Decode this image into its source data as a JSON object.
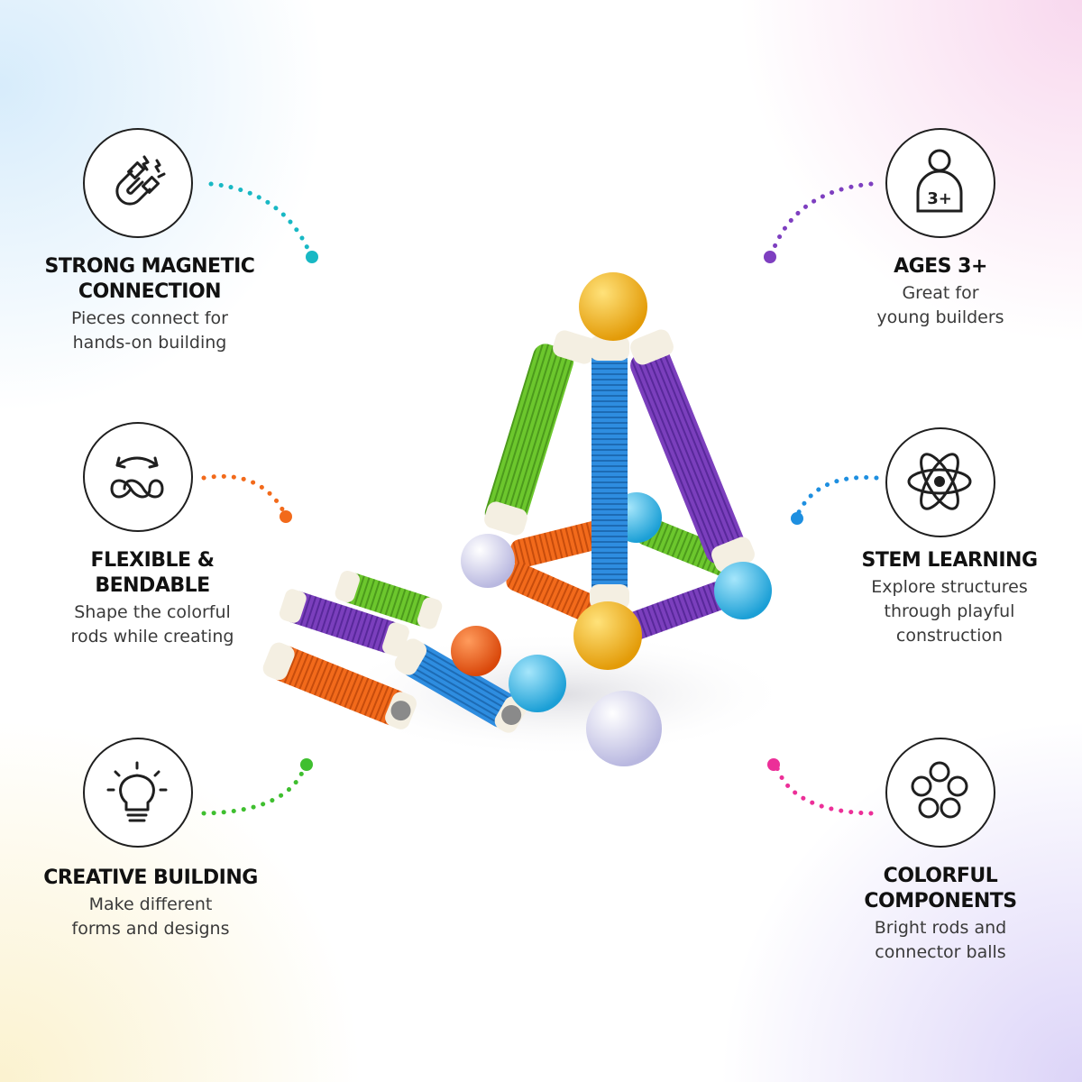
{
  "features": [
    {
      "key": "magnet",
      "icon": "magnet-icon",
      "title": "STRONG MAGNETIC\nCONNECTION",
      "description": "Pieces connect for\nhands-on building",
      "accent": "#18b8c4"
    },
    {
      "key": "ages",
      "icon": "person-3plus-icon",
      "title": "AGES 3+",
      "description": "Great for\nyoung builders",
      "accent": "#7e3fc0"
    },
    {
      "key": "flexible",
      "icon": "infinity-arrows-icon",
      "title": "FLEXIBLE & BENDABLE",
      "description": "Shape the colorful\nrods while creating",
      "accent": "#f26a1b"
    },
    {
      "key": "stem",
      "icon": "atom-icon",
      "title": "STEM LEARNING",
      "description": "Explore structures\nthrough playful\nconstruction",
      "accent": "#1e8fe0"
    },
    {
      "key": "creative",
      "icon": "lightbulb-icon",
      "title": "CREATIVE BUILDING",
      "description": "Make different\nforms and designs",
      "accent": "#3fbf2f"
    },
    {
      "key": "colorful",
      "icon": "circles-cluster-icon",
      "title": "COLORFUL\nCOMPONENTS",
      "description": "Bright rods and\nconnector balls",
      "accent": "#ec2f98"
    }
  ],
  "toy_colors": {
    "yellow": "#f5b71a",
    "green": "#6cc72d",
    "blue": "#2e8de0",
    "purple": "#7b3fbd",
    "orange": "#f26a1b",
    "cyan": "#3bbcec",
    "lavender": "#d8d8ef",
    "cap": "#f4efe2"
  }
}
